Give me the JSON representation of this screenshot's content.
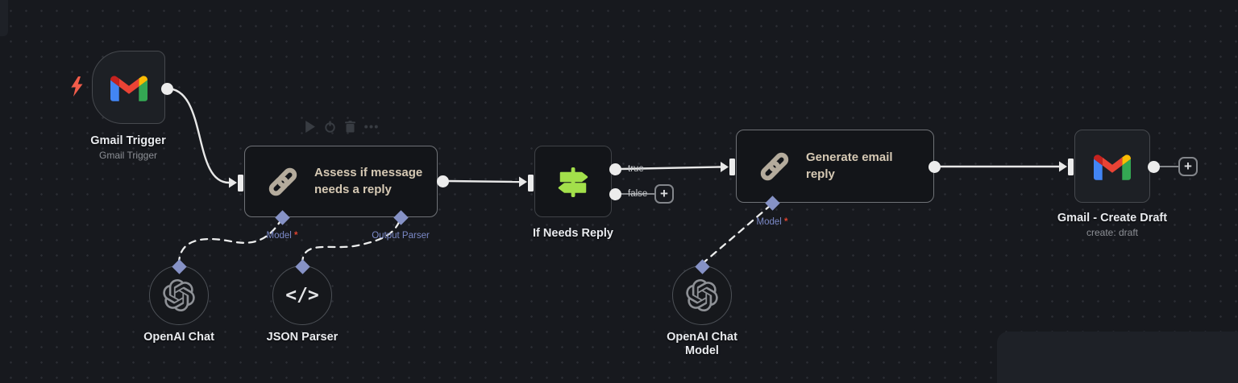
{
  "canvas": {
    "background": "#17191e",
    "dot_color": "#2b2e34"
  },
  "colors": {
    "wire": "#e8e8e8",
    "wire_dim": "#85888c",
    "diamond": "#8692c6",
    "port_label": "#7b89c7",
    "required_star": "#e0432f",
    "if_icon_green": "#a3e04b",
    "chain_icon_tan": "#b4ab9c",
    "trigger_bolt": "#f25c4a",
    "node_text_cream": "#d6c9b4"
  },
  "toolbar": {
    "icons": [
      "play-icon",
      "power-icon",
      "trash-icon",
      "more-options-icon"
    ]
  },
  "nodes": {
    "gmail_trigger": {
      "title": "Gmail Trigger",
      "subtitle": "Gmail Trigger"
    },
    "assess": {
      "title": "Assess if message needs a reply",
      "ports": {
        "model": {
          "label": "Model",
          "required": "*"
        },
        "output_parser": {
          "label": "Output Parser"
        }
      }
    },
    "if_node": {
      "title": "If Needs Reply",
      "outputs": {
        "true_label": "true",
        "false_label": "false"
      }
    },
    "generate": {
      "title": "Generate email reply",
      "ports": {
        "model": {
          "label": "Model",
          "required": "*"
        }
      }
    },
    "gmail_draft": {
      "title": "Gmail - Create Draft",
      "subtitle": "create: draft"
    },
    "openai_chat": {
      "title": "OpenAI Chat"
    },
    "json_parser": {
      "title": "JSON Parser",
      "icon_text": "</>"
    },
    "openai_chat_model": {
      "title": "OpenAI Chat Model"
    }
  },
  "ui": {
    "plus": "+"
  }
}
